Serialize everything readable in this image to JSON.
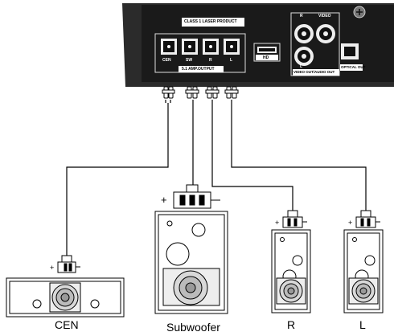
{
  "player": {
    "laser_label": "CLASS 1 LASER PRODUCT",
    "amp_output_label": "5.1 AMP.OUTPUT",
    "amp_ports": [
      "CEN",
      "SW",
      "R",
      "L"
    ],
    "hd_label": "HD",
    "video_out_label": "VIDEO OUT/AUDIO OUT",
    "rca_labels": [
      "R",
      "VIDEO",
      "L"
    ],
    "optical_label": "OPTICAL OUT"
  },
  "speakers": {
    "cen": "CEN",
    "subwoofer": "Subwoofer",
    "r": "R",
    "l": "L"
  }
}
